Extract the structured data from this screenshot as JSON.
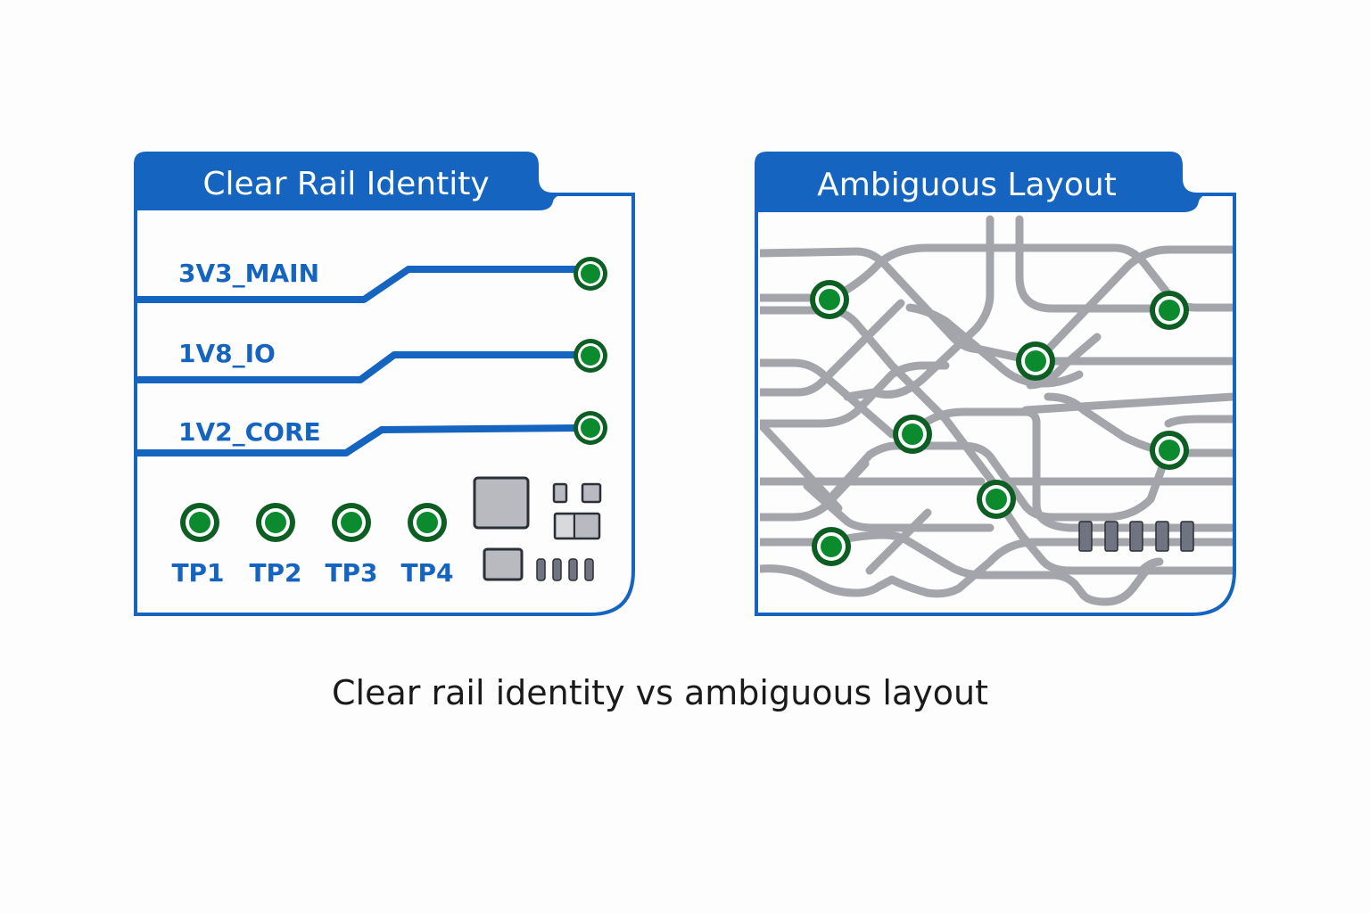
{
  "left_panel": {
    "title": "Clear Rail Identity",
    "rails": [
      {
        "label": "3V3_MAIN"
      },
      {
        "label": "1V8_IO"
      },
      {
        "label": "1V2_CORE"
      }
    ],
    "test_points": [
      "TP1",
      "TP2",
      "TP3",
      "TP4"
    ]
  },
  "right_panel": {
    "title": "Ambiguous Layout",
    "test_point_count": 7
  },
  "caption": "Clear rail identity vs ambiguous layout",
  "colors": {
    "brand_blue": "#1565c0",
    "trace_blue": "#1565c0",
    "pad_green": "#0b8a2e",
    "pad_ring": "#0d5e22",
    "trace_gray": "#a3a5ab",
    "component_gray": "#b8bac0",
    "component_dark": "#6f7480"
  }
}
